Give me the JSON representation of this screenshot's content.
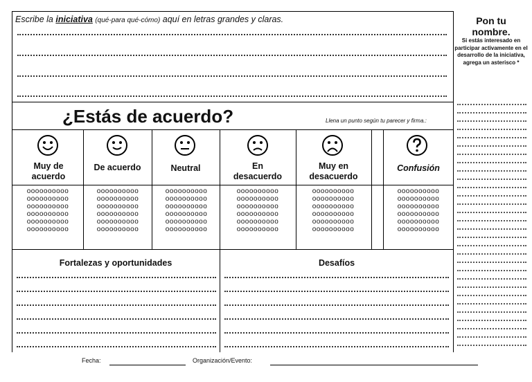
{
  "initiative": {
    "prompt_prefix": "Escribe la ",
    "prompt_keyword": "iniciativa",
    "prompt_hint": "(qué-para qué-cómo)",
    "prompt_suffix": " aquí en letras grandes y claras."
  },
  "vote": {
    "title": "¿Estás de acuerdo?",
    "instruction": "Llena un punto según tu parecer y firma.:",
    "options": [
      {
        "label_line1": "Muy de",
        "label_line2": "acuerdo",
        "icon": "very-happy-face-icon"
      },
      {
        "label_line1": "De acuerdo",
        "label_line2": "",
        "icon": "happy-face-icon"
      },
      {
        "label_line1": "Neutral",
        "label_line2": "",
        "icon": "neutral-face-icon"
      },
      {
        "label_line1": "En",
        "label_line2": "desacuerdo",
        "icon": "sad-face-icon"
      },
      {
        "label_line1": "Muy en",
        "label_line2": "desacuerdo",
        "icon": "very-sad-face-icon"
      },
      {
        "label_line1": "Confusión",
        "label_line2": "",
        "icon": "question-mark-icon"
      }
    ],
    "circle_row": "oooooooooo"
  },
  "sections": {
    "strengths_title": "Fortalezas y oportunidades",
    "challenges_title": "Desafíos"
  },
  "name_panel": {
    "title_line1": "Pon tu",
    "title_line2": "nombre",
    "title_period": ".",
    "note": "Si estás interesado en participar activamente en el desarrollo de la iniciativa, agrega un asterisco *"
  },
  "footer": {
    "date_label": "Fecha:",
    "org_label": "Organización/Evento:"
  }
}
